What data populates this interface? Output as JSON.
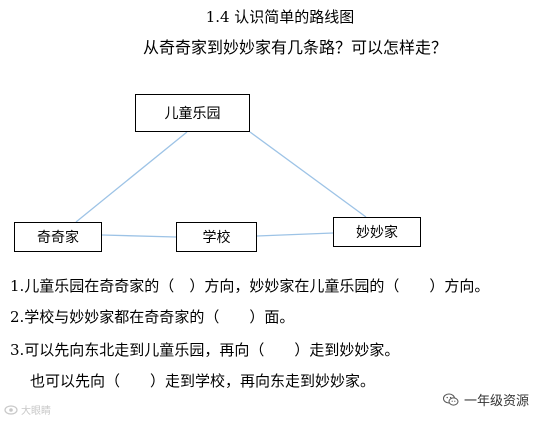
{
  "title": "1.4 认识简单的路线图",
  "question_main": "从奇奇家到妙妙家有几条路？可以怎样走？",
  "nodes": {
    "park": "儿童乐园",
    "qiqi_home": "奇奇家",
    "school": "学校",
    "miaomiao_home": "妙妙家"
  },
  "edges": [
    {
      "from": "儿童乐园",
      "to": "奇奇家"
    },
    {
      "from": "儿童乐园",
      "to": "妙妙家"
    },
    {
      "from": "奇奇家",
      "to": "学校"
    },
    {
      "from": "学校",
      "to": "妙妙家"
    }
  ],
  "questions": [
    "1.儿童乐园在奇奇家的（　）方向，妙妙家在儿童乐园的（　　）方向。",
    "2.学校与妙妙家都在奇奇家的（　　）面。",
    "3.可以先向东北走到儿童乐园，再向（　　）走到妙妙家。",
    "也可以先向（　　）走到学校，再向东走到妙妙家。"
  ],
  "watermark_left": "大眼睛",
  "watermark_right": "一年级资源",
  "colors": {
    "edge": "#9dc3e6",
    "border": "#000000"
  }
}
